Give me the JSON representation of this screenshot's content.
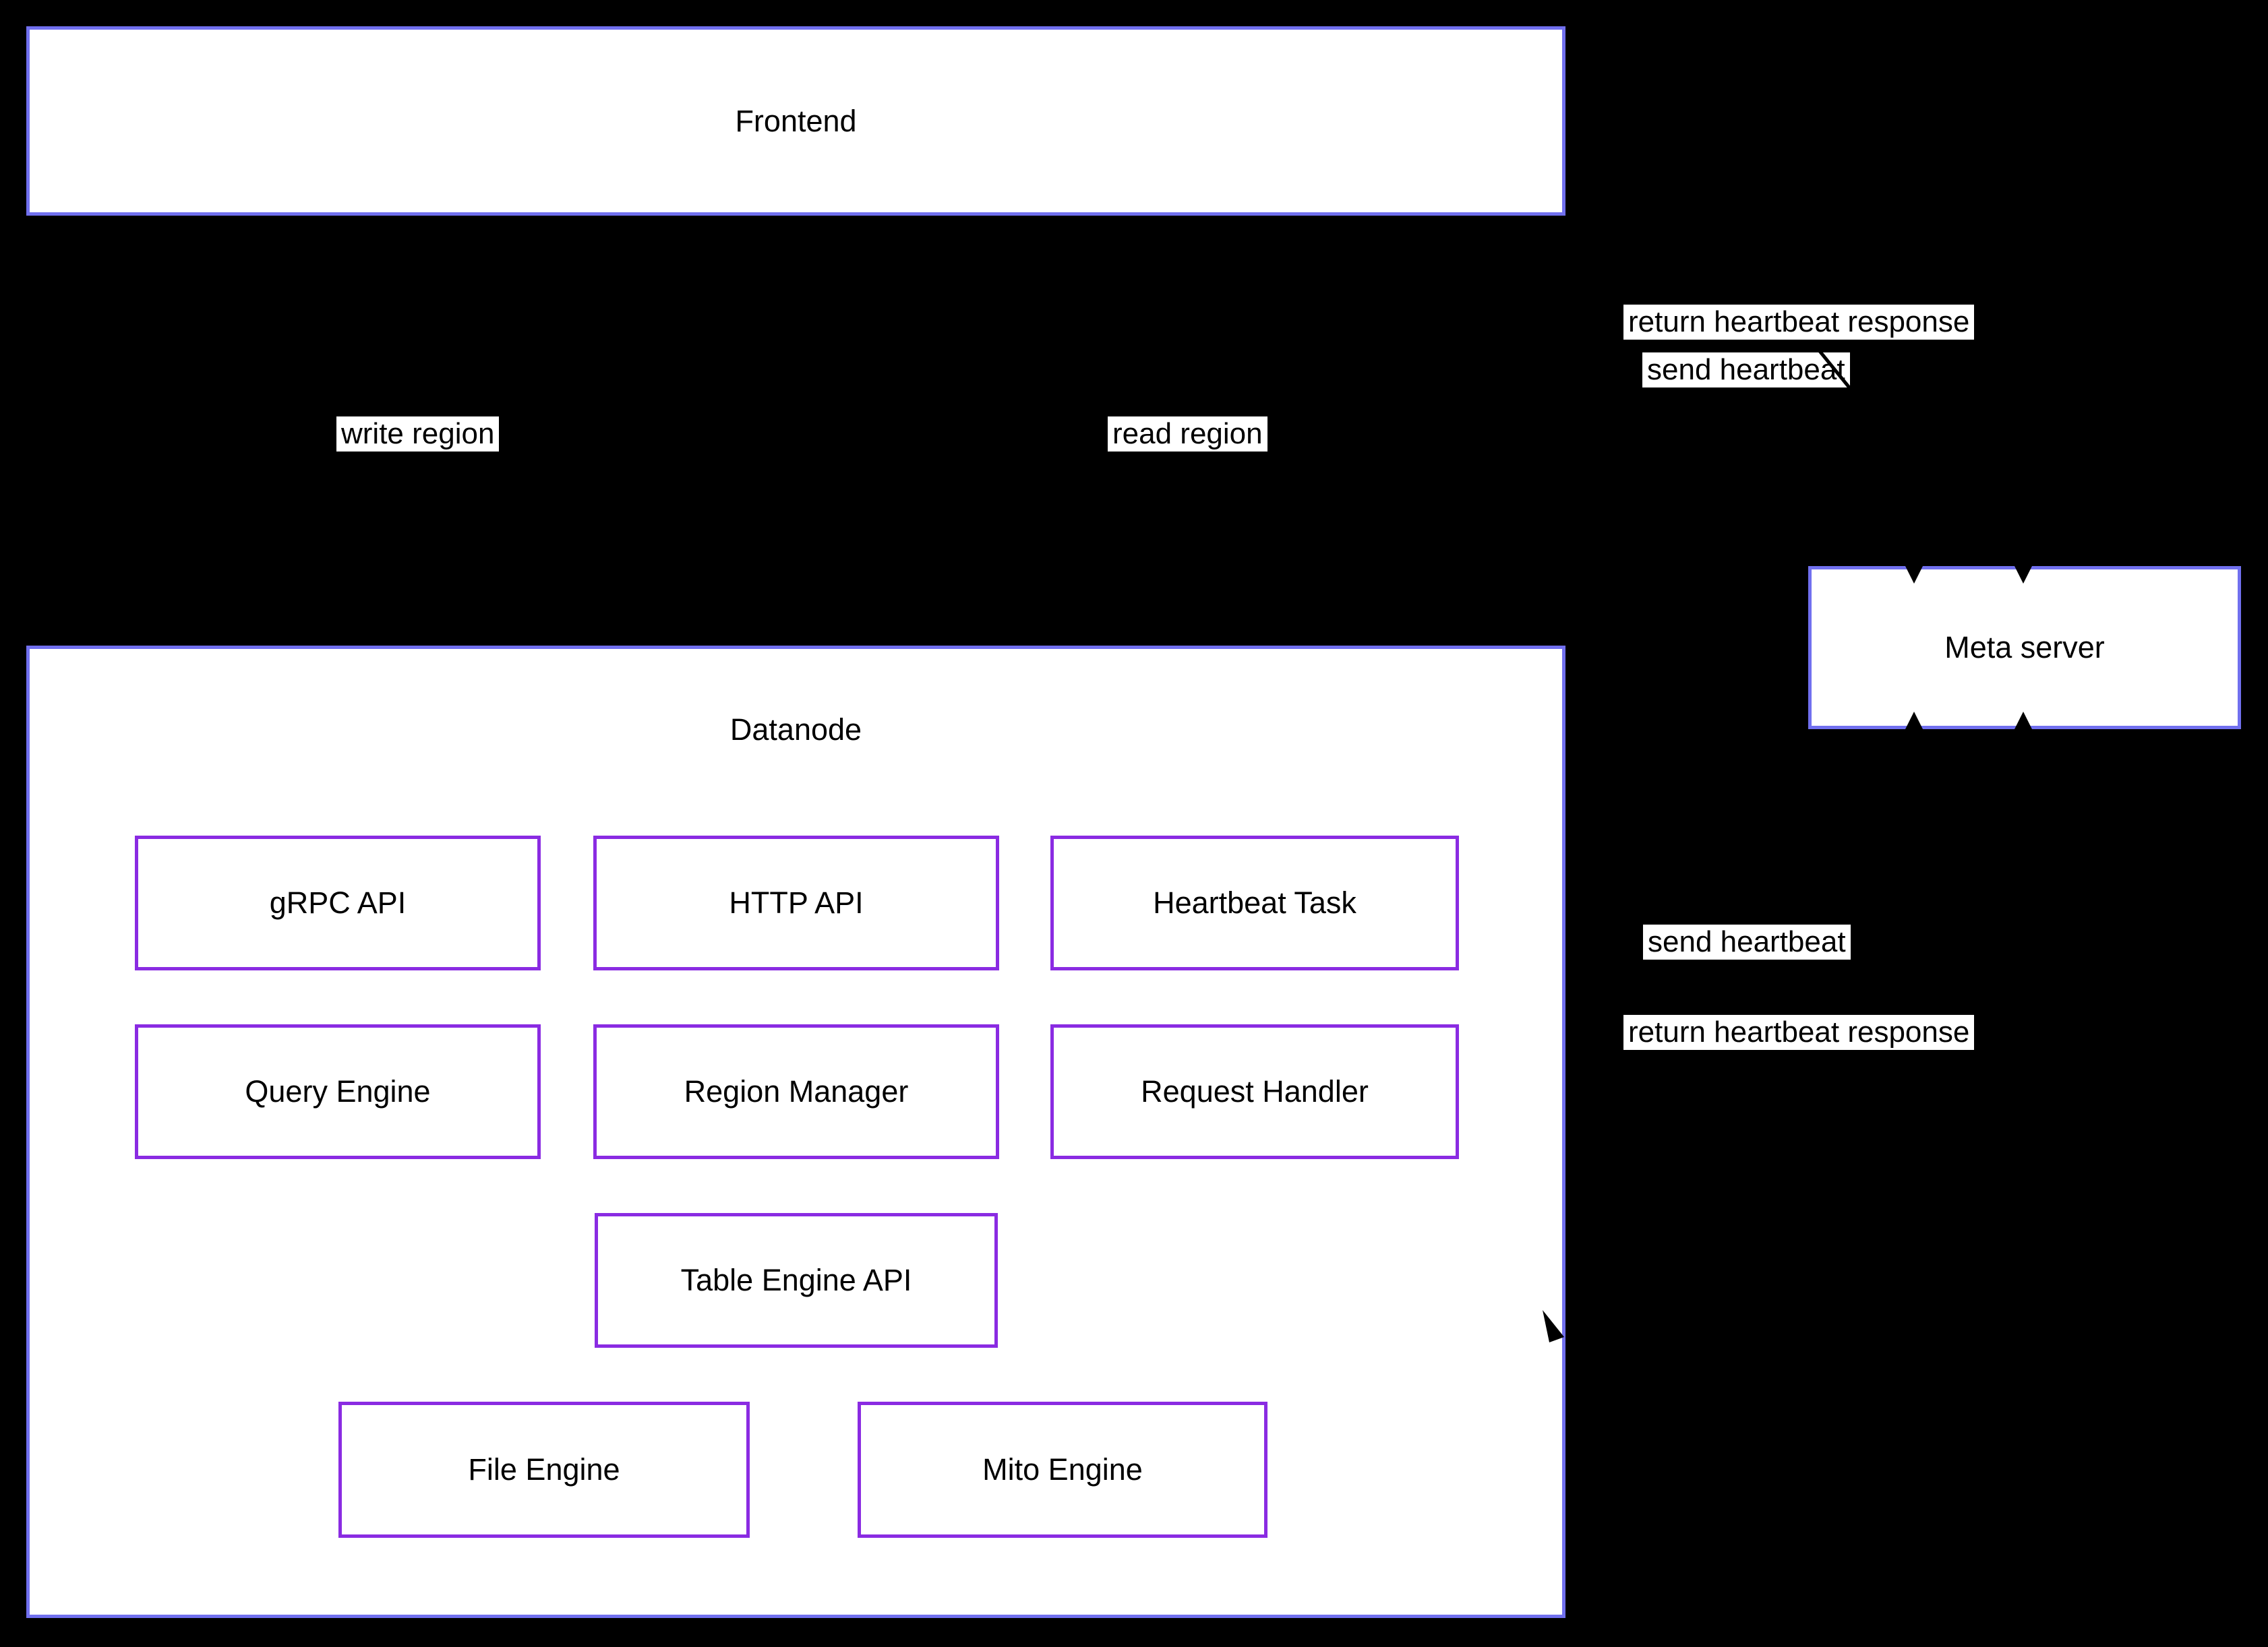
{
  "canvas": {
    "colors": {
      "background": "#000000",
      "node_fill": "#ffffff",
      "blue_border": "#7170ef",
      "purple_border": "#8a2be2",
      "text_color": "#000000"
    }
  },
  "nodes": {
    "frontend": {
      "label": "Frontend"
    },
    "datanode": {
      "label": "Datanode"
    },
    "meta_server": {
      "label": "Meta server"
    },
    "grpc_api": {
      "label": "gRPC API"
    },
    "http_api": {
      "label": "HTTP API"
    },
    "heartbeat_task": {
      "label": "Heartbeat Task"
    },
    "query_engine": {
      "label": "Query Engine"
    },
    "region_manager": {
      "label": "Region Manager"
    },
    "request_handler": {
      "label": "Request Handler"
    },
    "table_engine_api": {
      "label": "Table Engine API"
    },
    "file_engine": {
      "label": "File Engine"
    },
    "mito_engine": {
      "label": "Mito Engine"
    }
  },
  "edge_labels": {
    "return_heartbeat_top": "return heartbeat response",
    "send_heartbeat_top": "send heartbeat",
    "write_region": "write region",
    "read_region": "read region",
    "send_heartbeat_right": "send heartbeat",
    "return_heartbeat_right": "return heartbeat response"
  }
}
